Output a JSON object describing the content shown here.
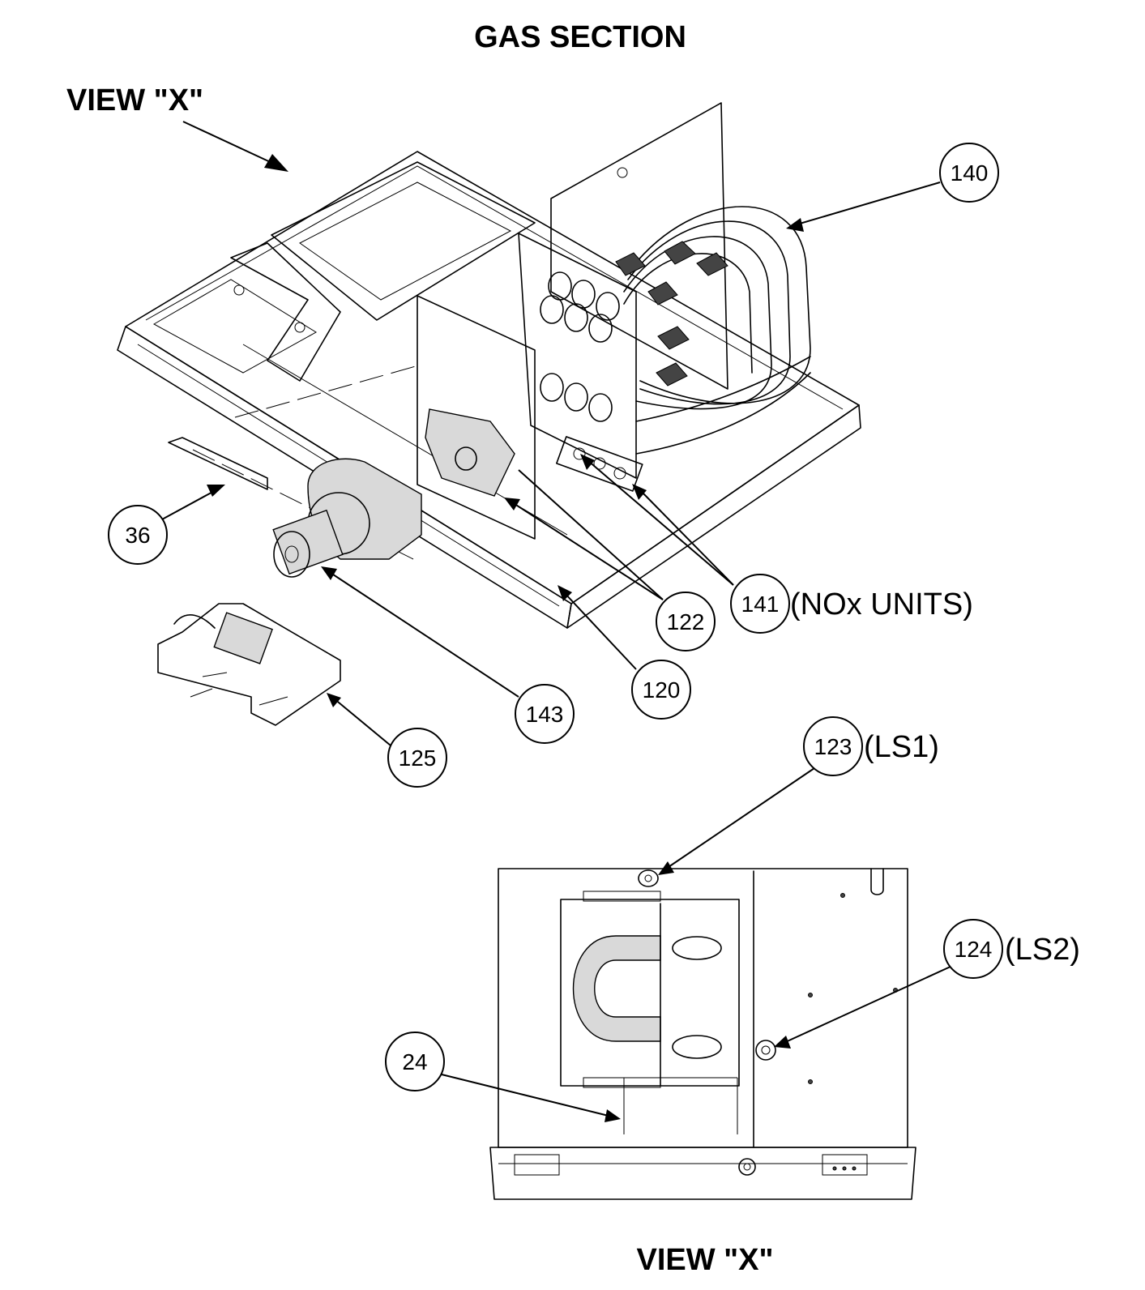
{
  "title": "GAS SECTION",
  "view_label_top": "VIEW \"X\"",
  "view_label_bottom": "VIEW \"X\"",
  "callouts": [
    {
      "id": "c140",
      "number": "140",
      "suffix": ""
    },
    {
      "id": "c36",
      "number": "36",
      "suffix": ""
    },
    {
      "id": "c141",
      "number": "141",
      "suffix": "(NOx UNITS)"
    },
    {
      "id": "c122",
      "number": "122",
      "suffix": ""
    },
    {
      "id": "c120",
      "number": "120",
      "suffix": ""
    },
    {
      "id": "c143",
      "number": "143",
      "suffix": ""
    },
    {
      "id": "c125",
      "number": "125",
      "suffix": ""
    },
    {
      "id": "c123",
      "number": "123",
      "suffix": "(LS1)"
    },
    {
      "id": "c124",
      "number": "124",
      "suffix": "(LS2)"
    },
    {
      "id": "c24",
      "number": "24",
      "suffix": ""
    }
  ],
  "colors": {
    "line": "#000000",
    "background": "#ffffff",
    "shade": "#d9d9d9"
  }
}
